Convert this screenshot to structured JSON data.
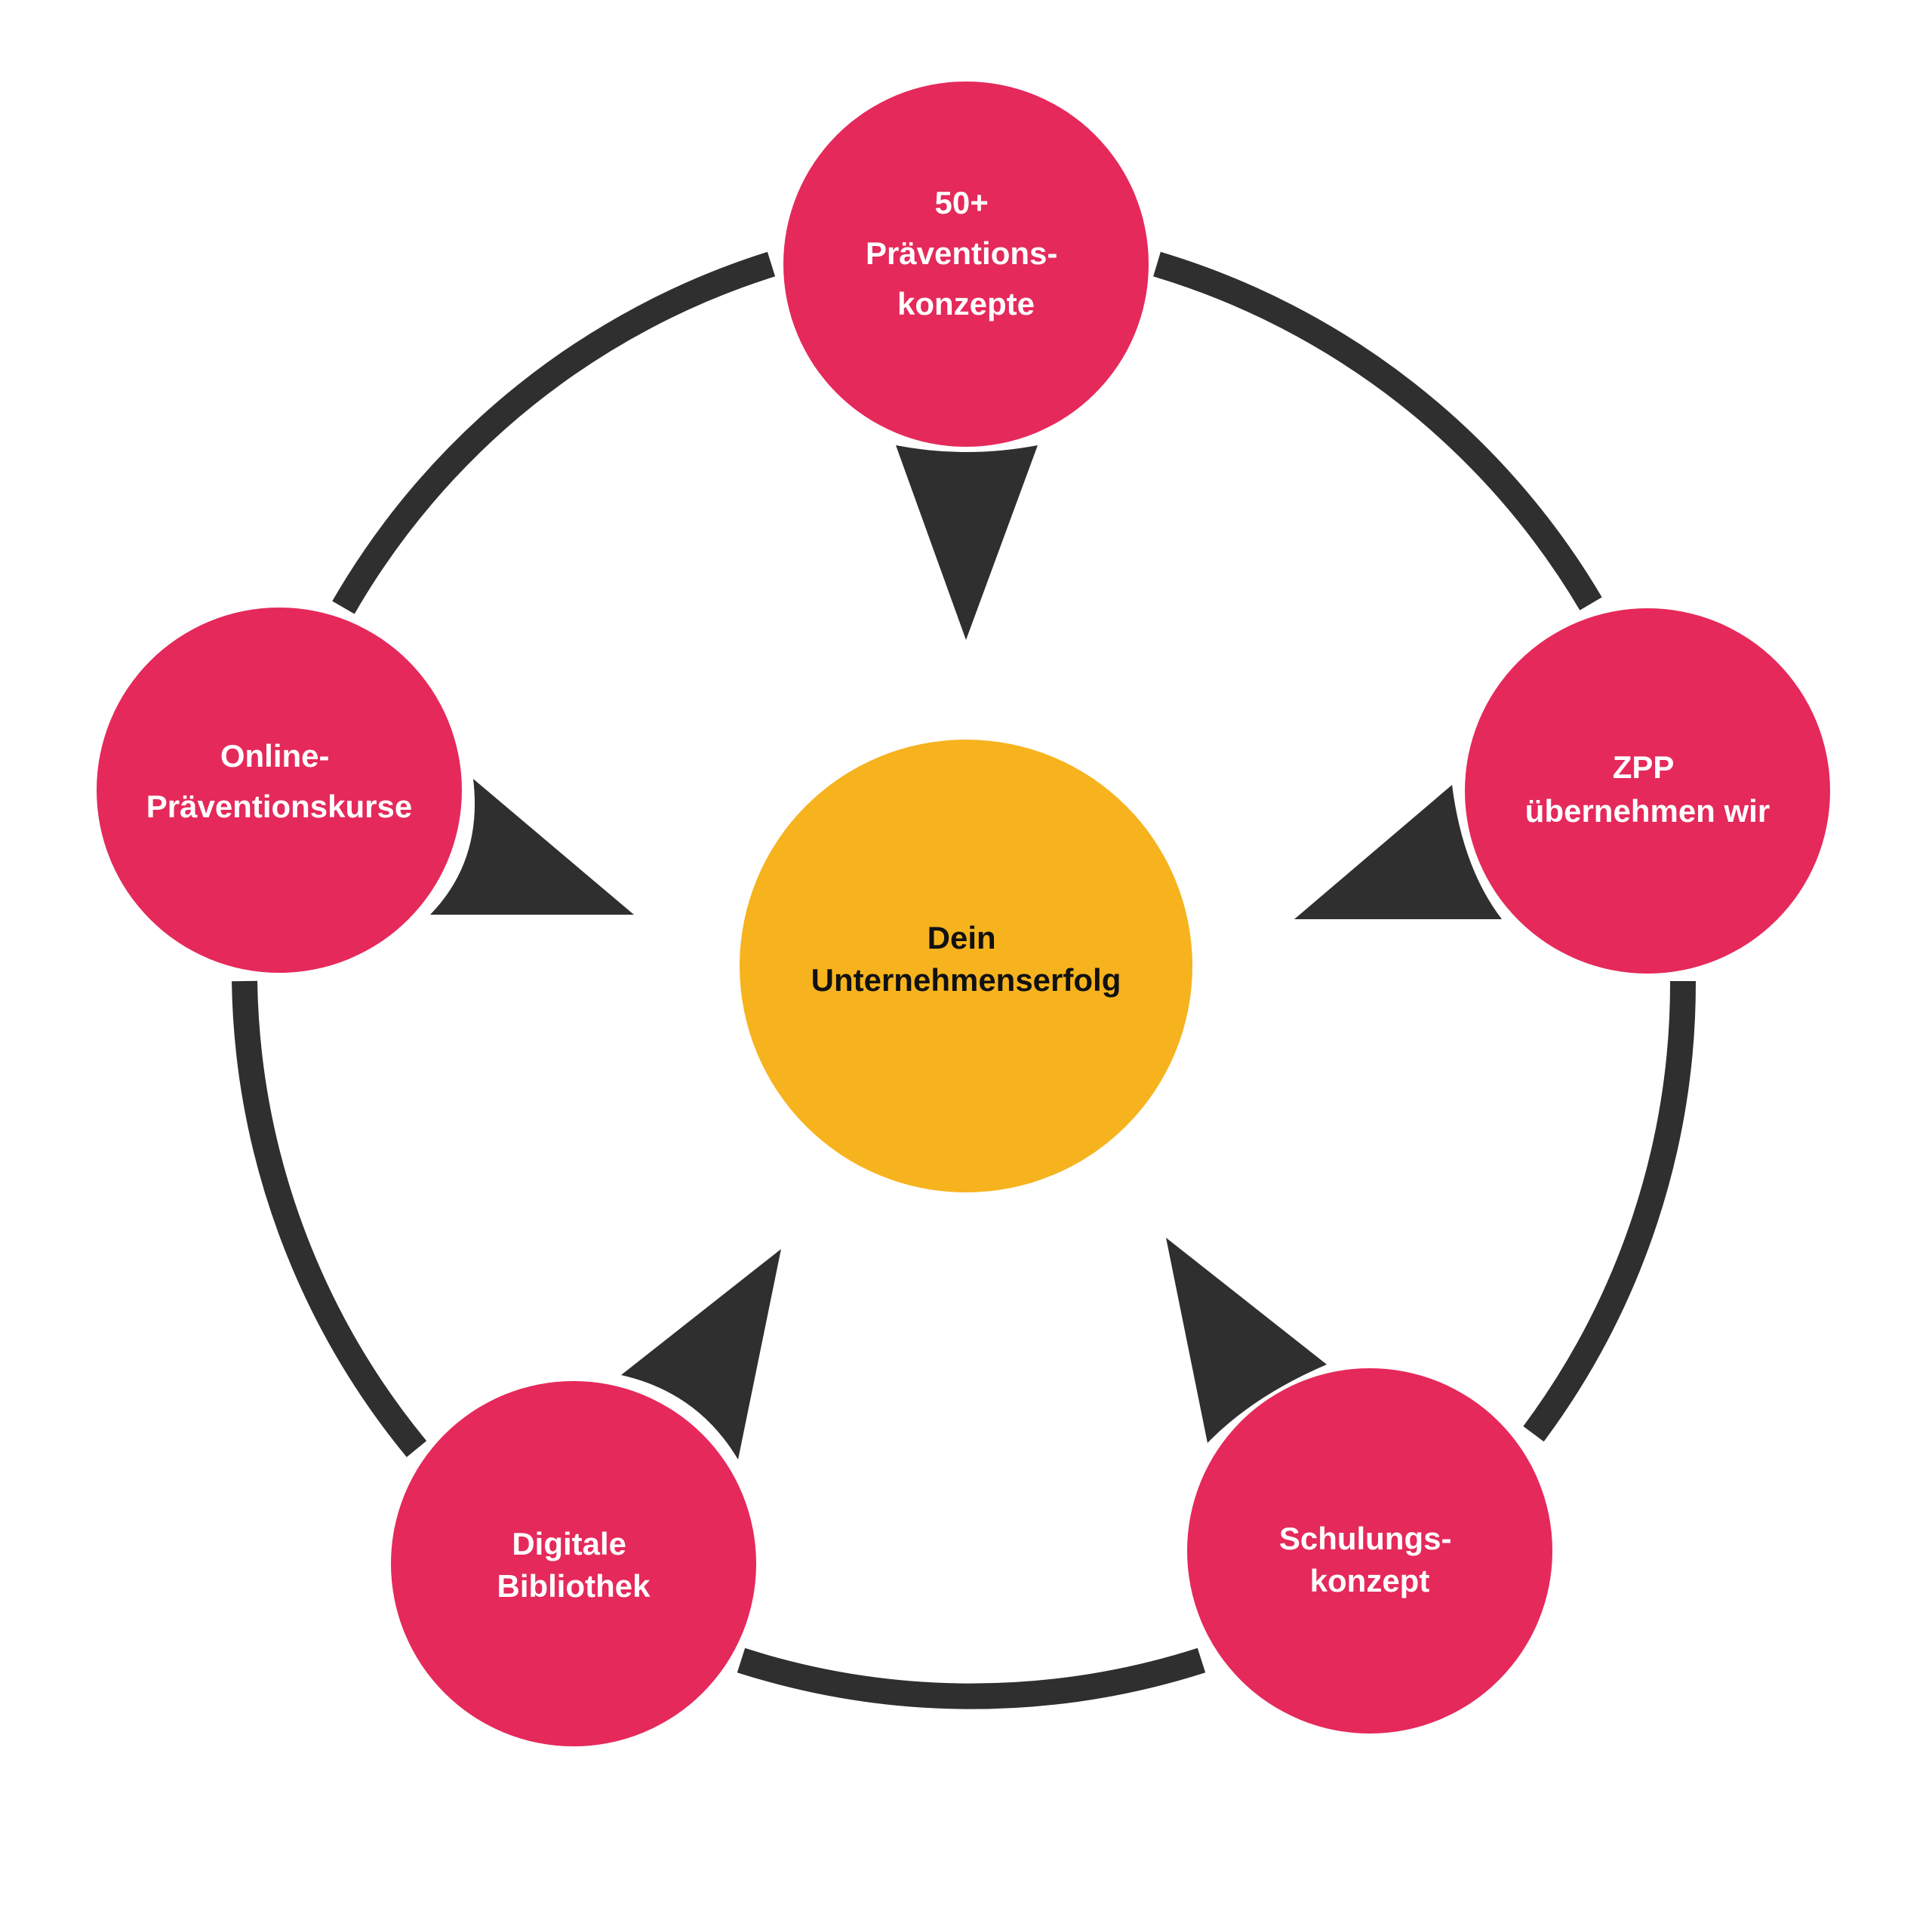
{
  "diagram": {
    "center": {
      "lines": [
        "Dein",
        "Unternehmenserfolg"
      ]
    },
    "nodes": [
      {
        "id": "top",
        "lines": [
          "50+",
          "Präventions-",
          "konzepte"
        ]
      },
      {
        "id": "right",
        "lines": [
          "ZPP",
          "übernehmen wir"
        ]
      },
      {
        "id": "bottom-right",
        "lines": [
          "Schulungs-",
          "konzept"
        ]
      },
      {
        "id": "bottom-left",
        "lines": [
          "Digitale",
          "Bibliothek"
        ]
      },
      {
        "id": "left",
        "lines": [
          "Online-",
          "Präventionskurse"
        ]
      }
    ]
  },
  "colors": {
    "node_fill": "#E5295B",
    "center_fill": "#F6B31E",
    "ring": "#2F2F2F",
    "arrow": "#2F2F2F",
    "node_text": "#FFFFFF",
    "center_text": "#111111",
    "background": "#FFFFFF"
  }
}
